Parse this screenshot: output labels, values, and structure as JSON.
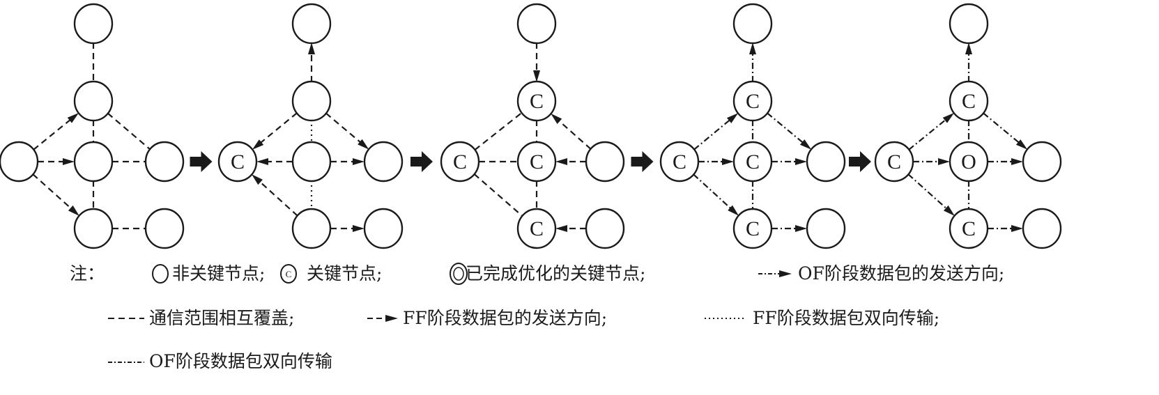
{
  "panels": [
    {
      "nodes": {
        "top": "",
        "n1": "",
        "L": "",
        "center": "",
        "R": "",
        "bottom": "",
        "BR": ""
      },
      "edges": [
        [
          "top",
          "n1",
          "dash",
          false
        ],
        [
          "L",
          "n1",
          "dash",
          true
        ],
        [
          "L",
          "center",
          "dash",
          true
        ],
        [
          "L",
          "bottom",
          "dash",
          true
        ],
        [
          "n1",
          "center",
          "dash",
          false
        ],
        [
          "n1",
          "R",
          "dash",
          false
        ],
        [
          "center",
          "R",
          "dash",
          false
        ],
        [
          "center",
          "bottom",
          "dash",
          false
        ],
        [
          "bottom",
          "BR",
          "dash",
          false
        ]
      ]
    },
    {
      "nodes": {
        "top": "",
        "n1": "",
        "L": "C",
        "center": "",
        "R": "",
        "bottom": "",
        "BR": ""
      },
      "edges": [
        [
          "n1",
          "top",
          "dash",
          true
        ],
        [
          "n1",
          "L",
          "dash",
          true
        ],
        [
          "n1",
          "R",
          "dash",
          true
        ],
        [
          "n1",
          "center",
          "dot",
          false
        ],
        [
          "center",
          "L",
          "dash",
          true
        ],
        [
          "center",
          "R",
          "dash",
          true
        ],
        [
          "center",
          "bottom",
          "dot",
          false
        ],
        [
          "bottom",
          "L",
          "dash",
          true
        ],
        [
          "bottom",
          "BR",
          "dash",
          true
        ]
      ]
    },
    {
      "nodes": {
        "top": "",
        "n1": "C",
        "L": "C",
        "center": "C",
        "R": "",
        "bottom": "C",
        "BR": ""
      },
      "edges": [
        [
          "top",
          "n1",
          "dash",
          true
        ],
        [
          "L",
          "n1",
          "dash",
          false
        ],
        [
          "L",
          "center",
          "dash",
          false
        ],
        [
          "L",
          "bottom",
          "dash",
          false
        ],
        [
          "n1",
          "center",
          "dash",
          false
        ],
        [
          "R",
          "n1",
          "dash",
          true
        ],
        [
          "R",
          "center",
          "dash",
          true
        ],
        [
          "center",
          "bottom",
          "dash",
          false
        ],
        [
          "BR",
          "bottom",
          "dash",
          true
        ]
      ]
    },
    {
      "nodes": {
        "top": "",
        "n1": "C",
        "L": "C",
        "center": "C",
        "R": "",
        "bottom": "C",
        "BR": ""
      },
      "edges": [
        [
          "n1",
          "top",
          "dashdot",
          true
        ],
        [
          "L",
          "n1",
          "dashdot",
          true
        ],
        [
          "L",
          "center",
          "dashdot",
          true
        ],
        [
          "L",
          "bottom",
          "dashdot",
          true
        ],
        [
          "n1",
          "center",
          "dashdot",
          false
        ],
        [
          "n1",
          "R",
          "dashdot",
          true
        ],
        [
          "center",
          "R",
          "dashdot",
          true
        ],
        [
          "center",
          "bottom",
          "dashdot",
          false
        ],
        [
          "bottom",
          "BR",
          "dashdot",
          true
        ]
      ]
    },
    {
      "nodes": {
        "top": "",
        "n1": "C",
        "L": "C",
        "center": "O",
        "R": "",
        "bottom": "C",
        "BR": ""
      },
      "edges": [
        [
          "n1",
          "top",
          "dashdot",
          true
        ],
        [
          "L",
          "n1",
          "dashdot",
          true
        ],
        [
          "L",
          "center",
          "dashdot",
          true
        ],
        [
          "L",
          "bottom",
          "dashdot",
          true
        ],
        [
          "n1",
          "center",
          "dashdot",
          false
        ],
        [
          "n1",
          "R",
          "dashdot",
          true
        ],
        [
          "center",
          "R",
          "dashdot",
          true
        ],
        [
          "center",
          "bottom",
          "dashdot",
          false
        ],
        [
          "bottom",
          "BR",
          "dashdot",
          true
        ]
      ]
    }
  ],
  "legend": {
    "note": "注：",
    "non_key_node": "非关键节点;",
    "key_node_symbol": "C",
    "key_node": "关键节点;",
    "optimized_symbol": "O",
    "optimized_key_node": "已完成优化的关键节点;",
    "of_send_direction": "OF阶段数据包的发送方向;",
    "coverage_overlap": "通信范围相互覆盖;",
    "ff_send_direction": "FF阶段数据包的发送方向;",
    "ff_bidirectional": "FF阶段数据包双向传输;",
    "of_bidirectional": "OF阶段数据包双向传输"
  },
  "colors": {
    "ink": "#1a1a1a"
  }
}
